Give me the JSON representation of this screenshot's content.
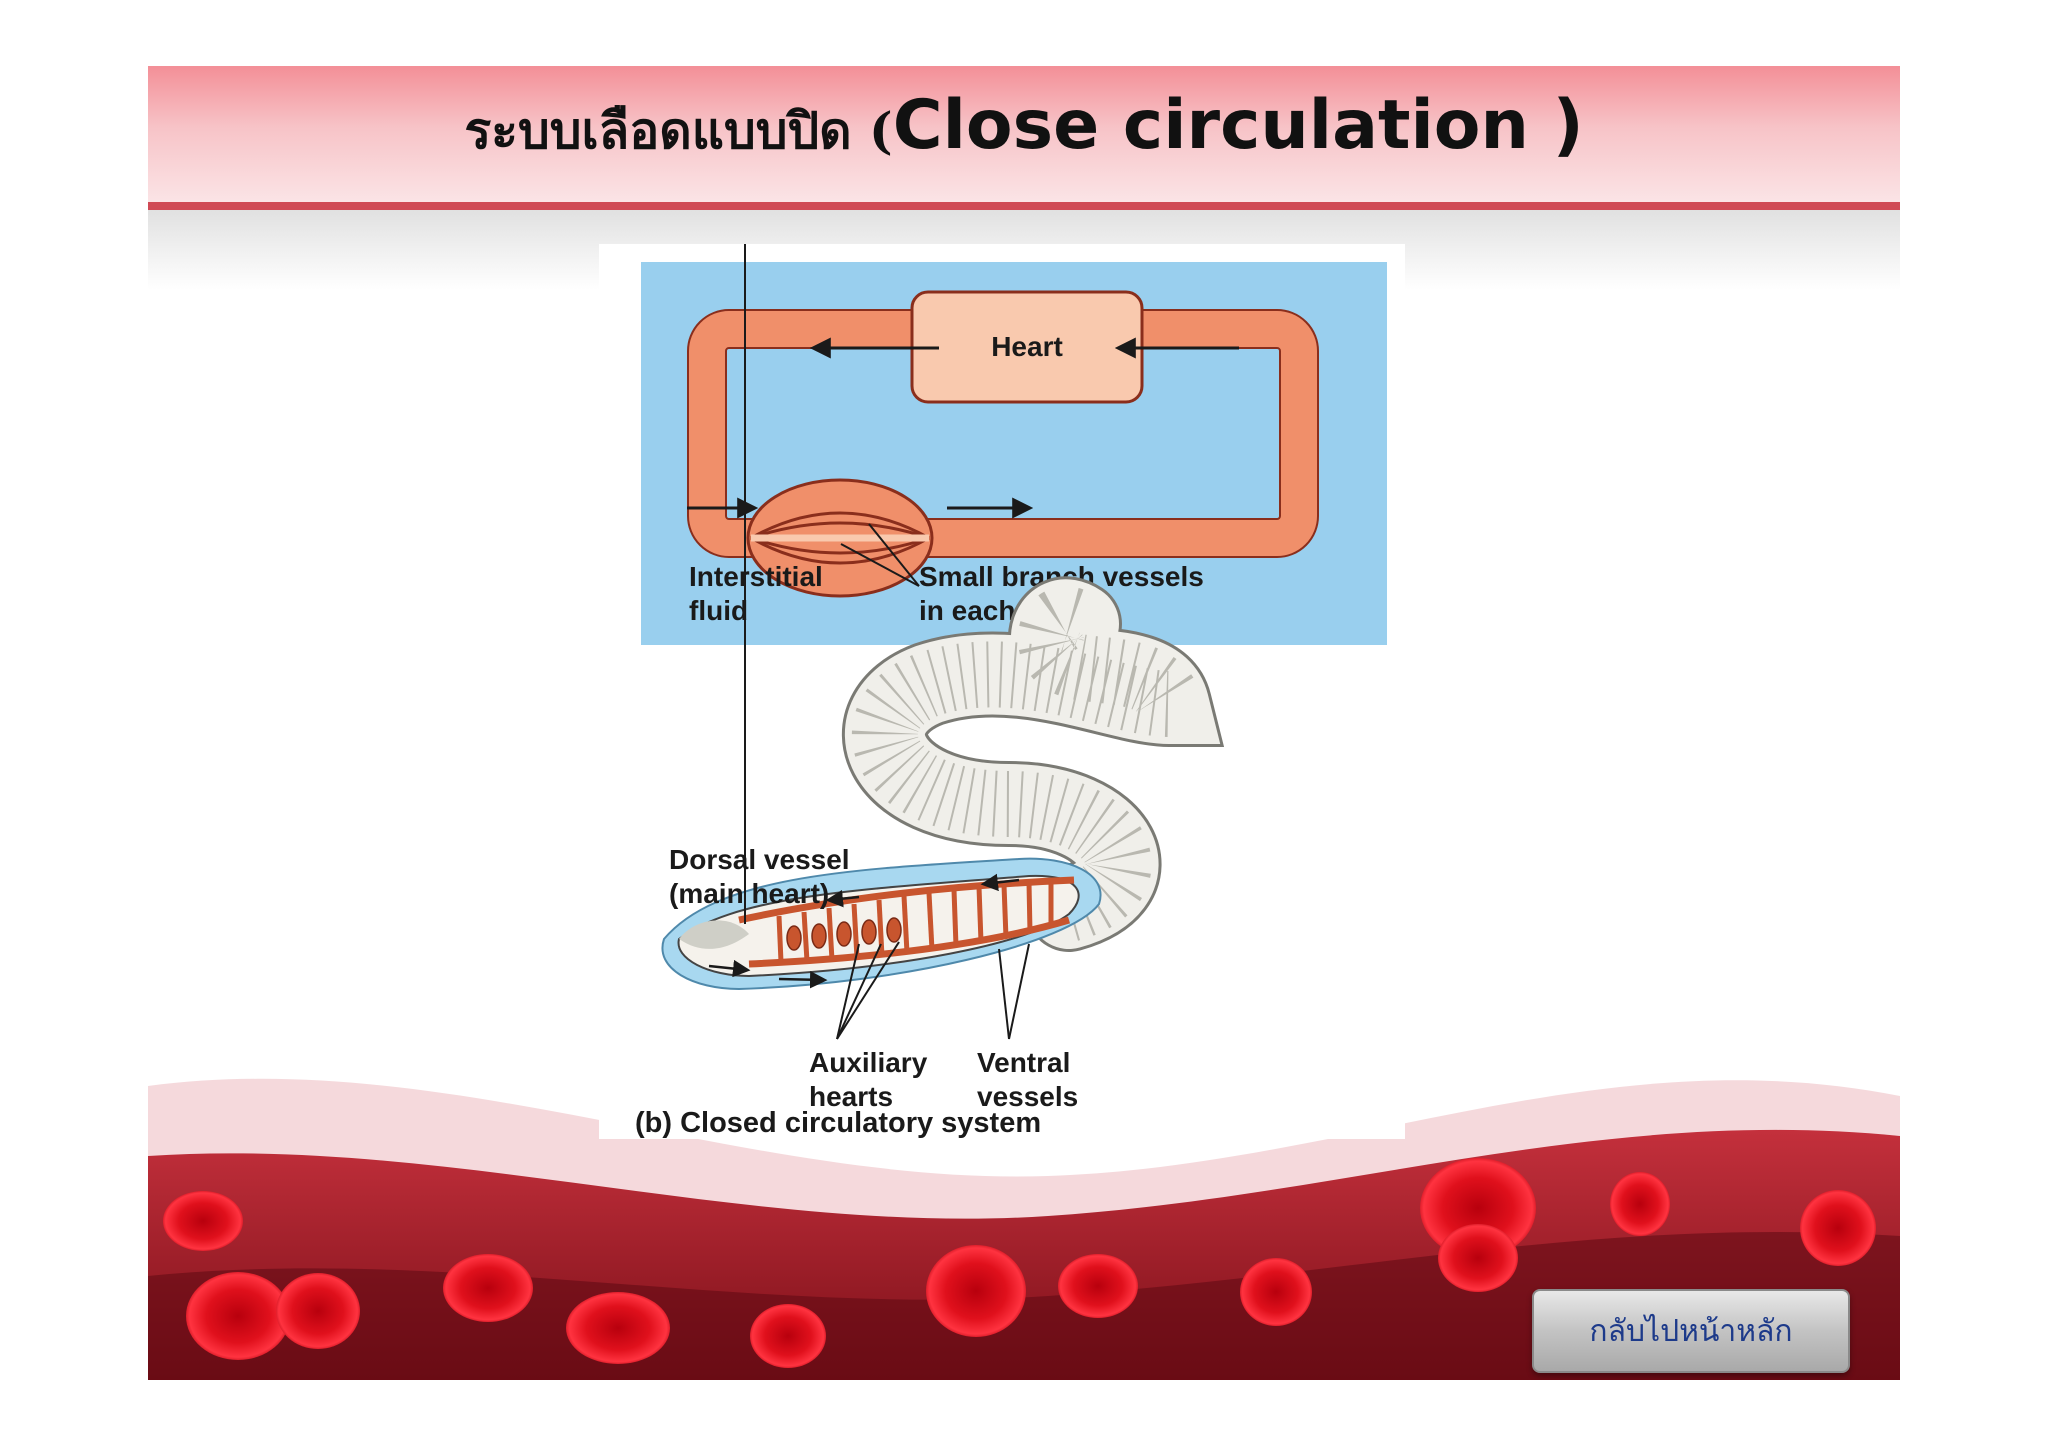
{
  "slide": {
    "title_thai": "ระบบเลือดแบบปิด (",
    "title_en": "Close circulation )"
  },
  "diagram": {
    "loop": {
      "heart_label": "Heart",
      "interstitial_label": [
        "Interstitial",
        "fluid"
      ],
      "vessels_label": [
        "Small branch vessels",
        "in each organ"
      ]
    },
    "worm": {
      "dorsal_label": [
        "Dorsal vessel",
        "(main heart)"
      ],
      "auxiliary_label": [
        "Auxiliary",
        "hearts"
      ],
      "ventral_label": [
        "Ventral",
        "vessels"
      ],
      "caption": "(b) Closed circulatory system"
    },
    "colors": {
      "fluid_bg": "#99cfee",
      "vessel": "#f08f6a",
      "vessel_inner": "#f9c9ae",
      "worm_body": "#f0efea"
    }
  },
  "footer": {
    "home_button_label": "กลับไปหน้าหลัก"
  }
}
